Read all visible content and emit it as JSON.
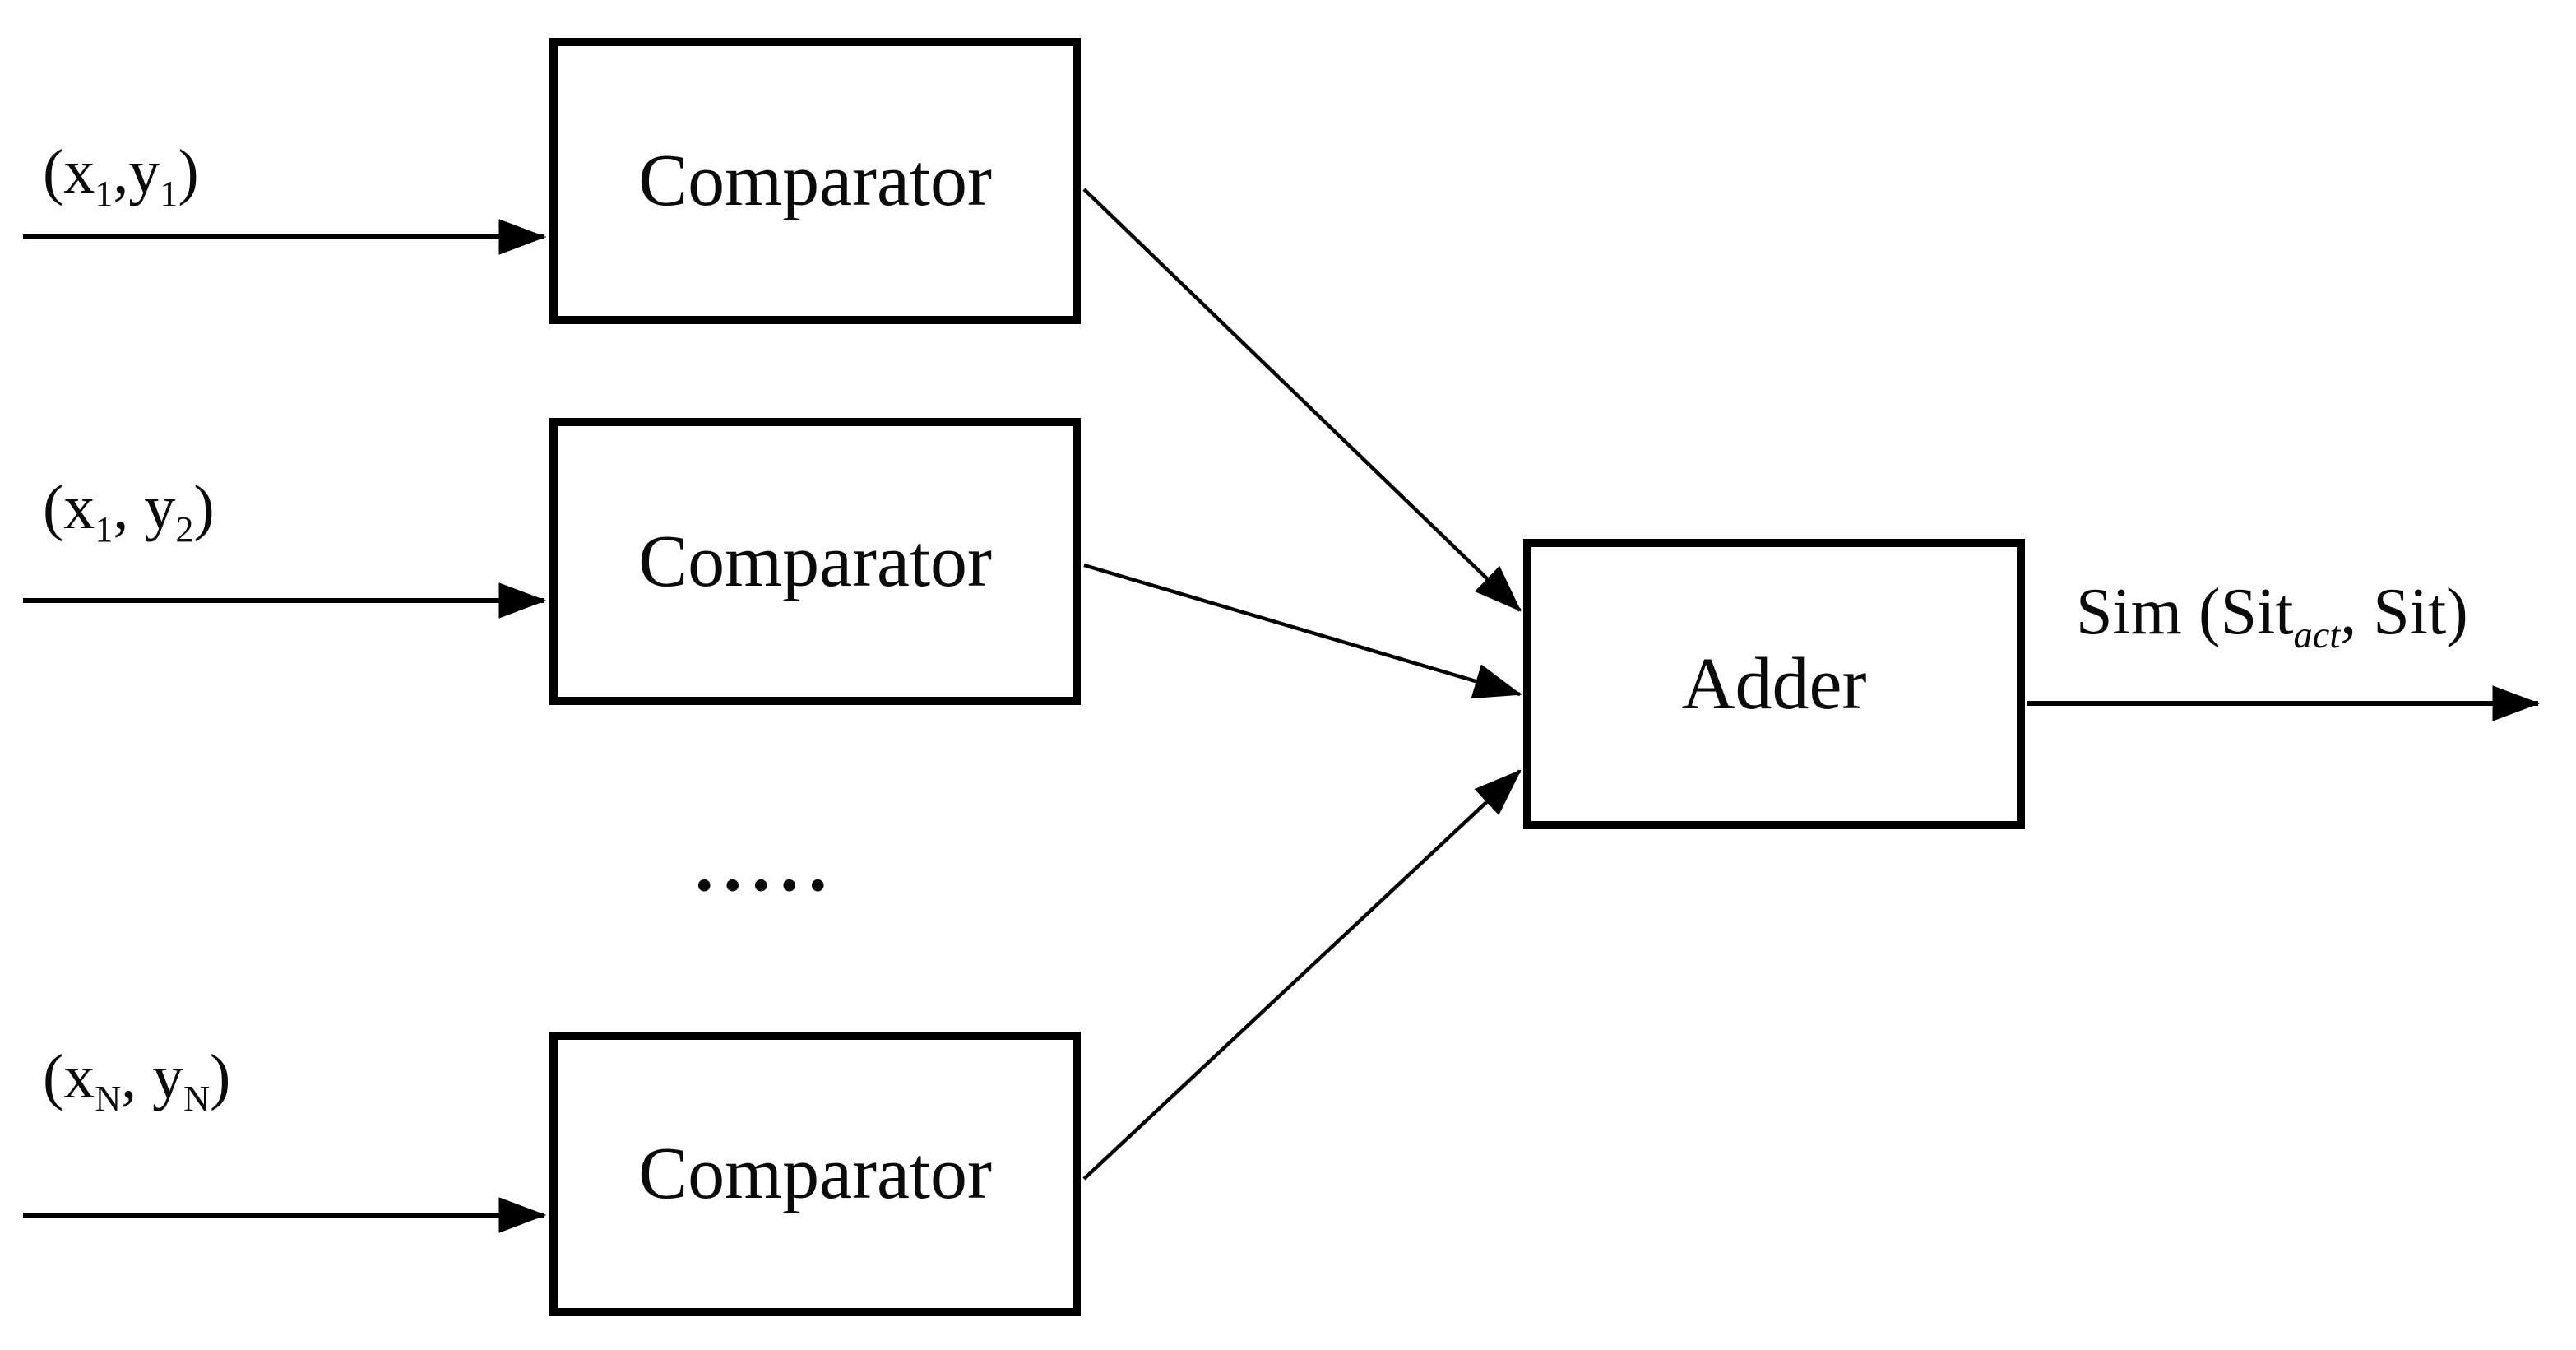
{
  "diagram": {
    "colors": {
      "line": "#000000",
      "background": "#ffffff",
      "text": "#0a0a0a"
    },
    "boxes": [
      {
        "id": "comparator-1",
        "label": "Comparator"
      },
      {
        "id": "comparator-2",
        "label": "Comparator"
      },
      {
        "id": "comparator-3",
        "label": "Comparator"
      },
      {
        "id": "adder",
        "label": "Adder"
      }
    ],
    "inputs": [
      {
        "pre": "(x",
        "sub1": "1",
        "mid": ",y",
        "sub2": "1",
        "post": ")"
      },
      {
        "pre": "(x",
        "sub1": "1",
        "mid": ", y",
        "sub2": "2",
        "post": ")"
      },
      {
        "pre": "(x",
        "sub1": "N",
        "mid": ", y",
        "sub2": "N",
        "post": ")"
      }
    ],
    "ellipsis": ".....",
    "output": {
      "pre": "Sim (Sit",
      "sub": "act",
      "post": ", Sit)"
    }
  }
}
